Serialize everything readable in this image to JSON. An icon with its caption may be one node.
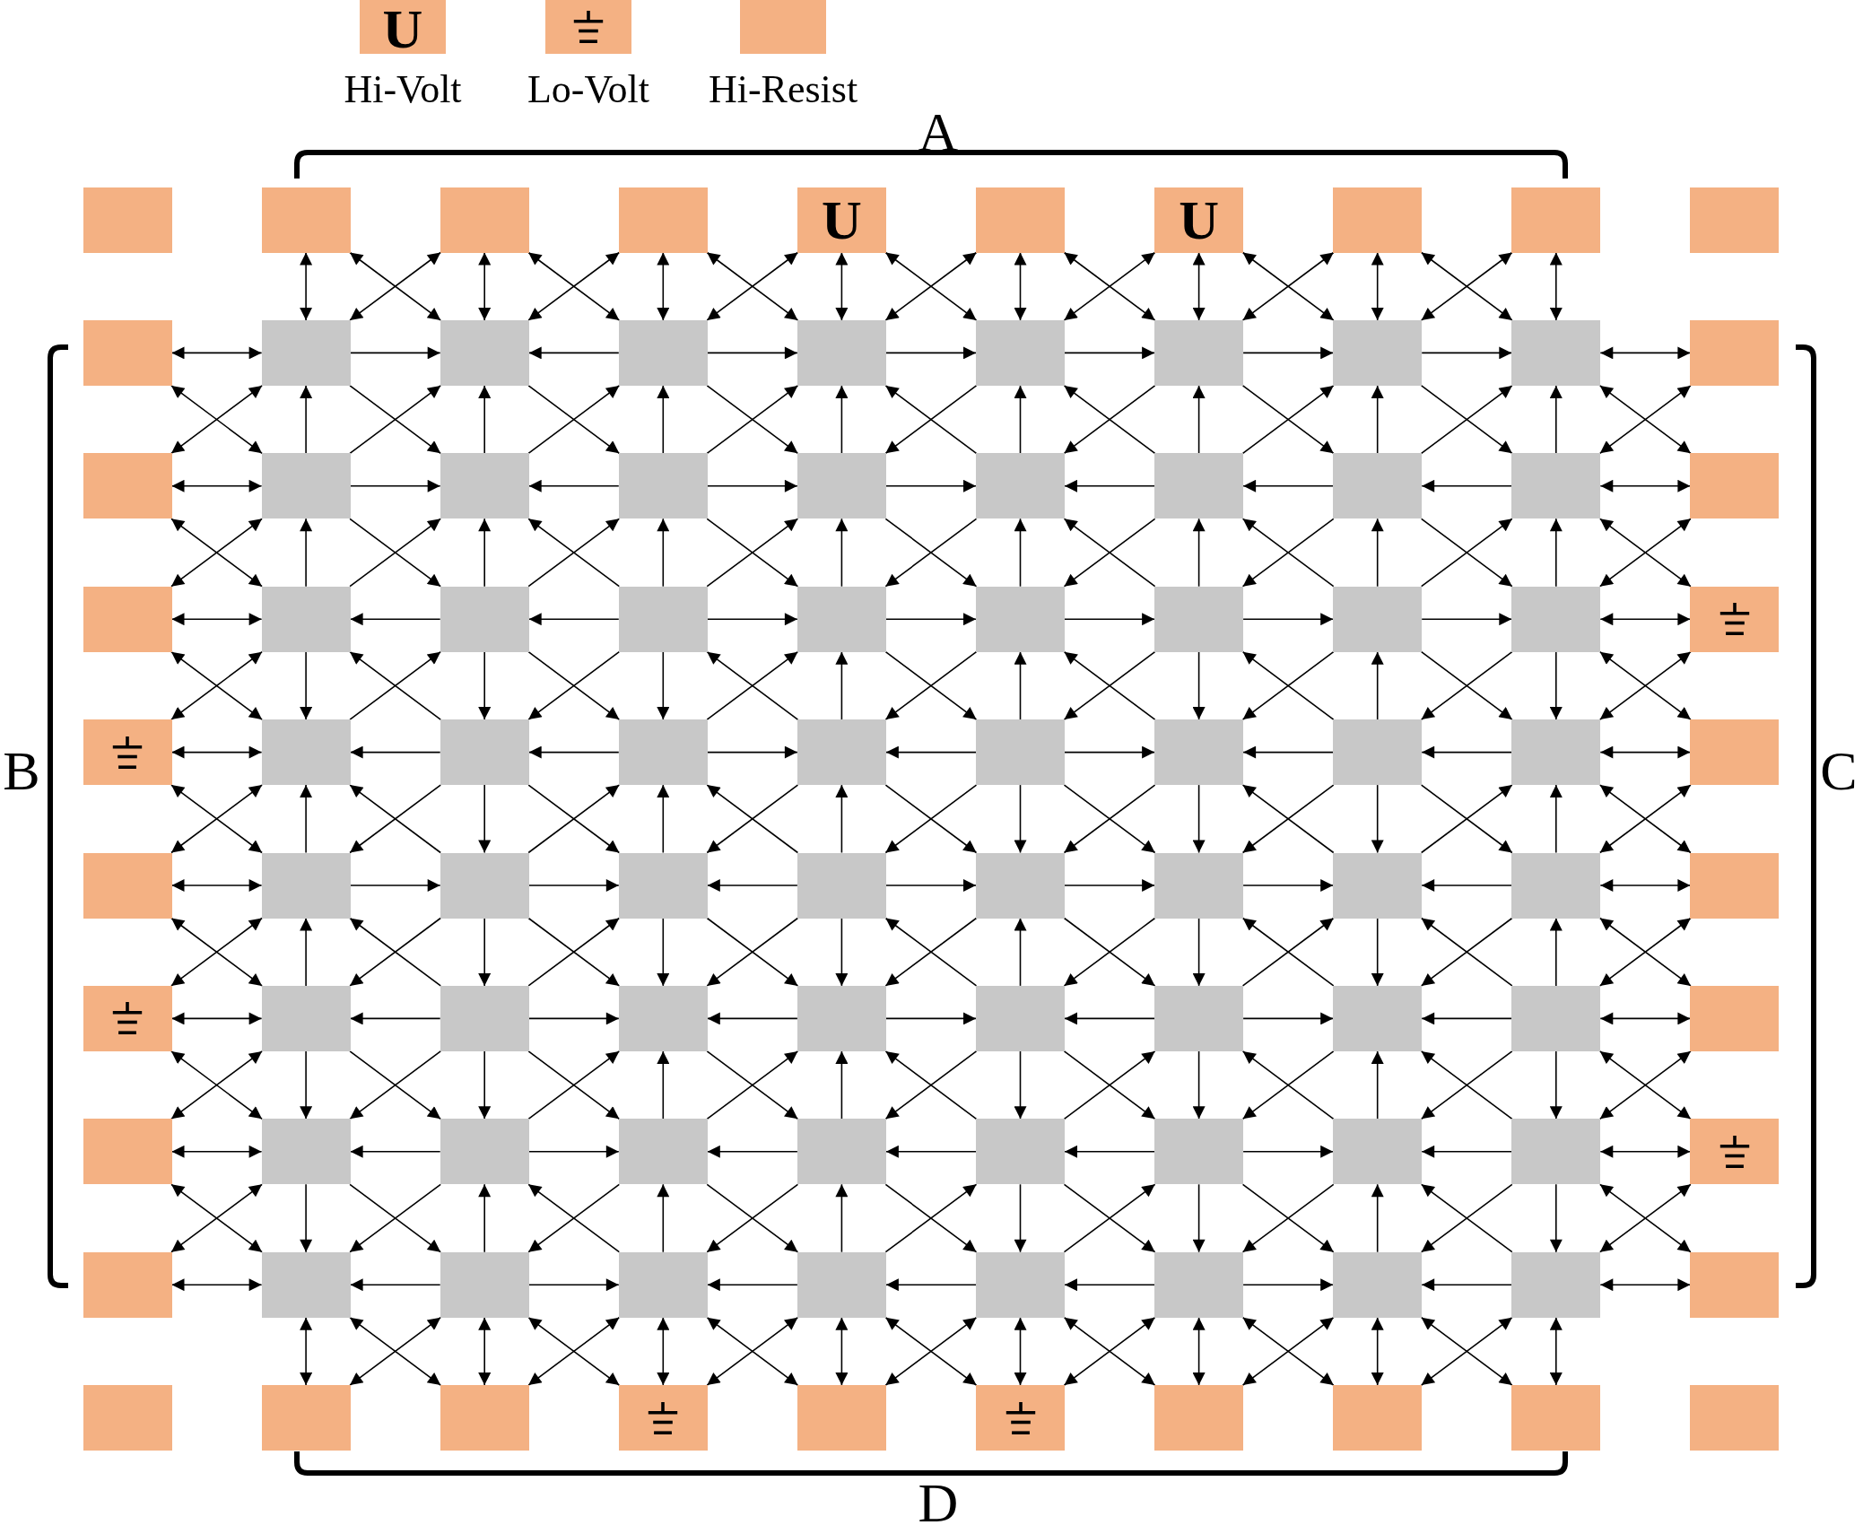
{
  "diagram": {
    "nodes": [
      {
        "text": [],
        "shape": "box"
      },
      {
        "text": [],
        "shape": "box"
      },
      {
        "text": [],
        "shape": "box"
      },
      {
        "text": [],
        "shape": "box"
      },
      {
        "text": [
          "U"
        ]
      },
      {
        "text": [],
        "shape": "box"
      },
      {
        "text": [
          "U"
        ]
      },
      {
        "text": [],
        "shape": "box"
      },
      {
        "text": [],
        "shape": "box"
      },
      {
        "text": [],
        "shape": "box"
      },
      {
        "text": [],
        "shape": "box"
      },
      {
        "text": [],
        "shape": "box"
      },
      {
        "text": [],
        "shape": "box"
      },
      {
        "text": [],
        "shape": "box"
      },
      {
        "text": [],
        "shape": "box"
      },
      {
        "text": [],
        "shape": "box"
      },
      {
        "text": [],
        "shape": "box"
      },
      {
        "text": [],
        "shape": "box"
      },
      {
        "text": [],
        "shape": "box"
      },
      {
        "text": [],
        "shape": "box"
      },
      {
        "text": [],
        "shape": "box"
      },
      {
        "text": [],
        "shape": "box"
      },
      {
        "text": [],
        "shape": "box"
      },
      {
        "text": [],
        "shape": "box"
      },
      {
        "text": [],
        "shape": "box"
      },
      {
        "text": [],
        "shape": "box"
      },
      {
        "text": [],
        "shape": "box"
      },
      {
        "text": [],
        "shape": "box"
      },
      {
        "text": [],
        "shape": "box"
      },
      {
        "text": [],
        "shape": "box"
      },
      {
        "text": [],
        "shape": "box"
      },
      {
        "text": [],
        "shape": "box"
      },
      {
        "text": [],
        "shape": "box"
      },
      {
        "text": [],
        "shape": "box"
      },
      {
        "text": [],
        "shape": "box"
      },
      {
        "text": [],
        "shape": "box"
      },
      {
        "text": [],
        "shape": "box"
      },
      {
        "text": [],
        "shape": "box"
      },
      {
        "text": [],
        "shape": "box"
      },
      {
        "text": [],
        "shape": "ground"
      },
      {
        "text": [],
        "shape": "ground"
      },
      {
        "text": [],
        "shape": "box"
      },
      {
        "text": [],
        "shape": "box"
      },
      {
        "text": [],
        "shape": "box"
      },
      {
        "text": [],
        "shape": "box"
      },
      {
        "text": [],
        "shape": "box"
      },
      {
        "text": [],
        "shape": "box"
      },
      {
        "text": [],
        "shape": "box"
      },
      {
        "text": [],
        "shape": "box"
      },
      {
        "text": [],
        "shape": "box"
      },
      {
        "text": [],
        "shape": "box"
      },
      {
        "text": [],
        "shape": "box"
      },
      {
        "text": [],
        "shape": "box"
      },
      {
        "text": [],
        "shape": "box"
      },
      {
        "text": [],
        "shape": "box"
      },
      {
        "text": [],
        "shape": "box"
      },
      {
        "text": [],
        "shape": "box"
      },
      {
        "text": [],
        "shape": "box"
      },
      {
        "text": [],
        "shape": "box"
      },
      {
        "text": [],
        "shape": "box"
      },
      {
        "text": [],
        "shape": "ground"
      },
      {
        "text": [],
        "shape": "box"
      },
      {
        "text": [],
        "shape": "box"
      },
      {
        "text": [],
        "shape": "box"
      },
      {
        "text": [],
        "shape": "box"
      },
      {
        "text": [],
        "shape": "box"
      },
      {
        "text": [],
        "shape": "box"
      },
      {
        "text": [],
        "shape": "box"
      },
      {
        "text": [],
        "shape": "box"
      },
      {
        "text": [],
        "shape": "box"
      },
      {
        "text": [],
        "shape": "box"
      },
      {
        "text": [],
        "shape": "box"
      },
      {
        "text": [],
        "shape": "box"
      },
      {
        "text": [],
        "shape": "box"
      },
      {
        "text": [],
        "shape": "box"
      },
      {
        "text": [],
        "shape": "box"
      },
      {
        "text": [],
        "shape": "box"
      },
      {
        "text": [],
        "shape": "box"
      },
      {
        "text": [],
        "shape": "box"
      },
      {
        "text": [],
        "shape": "ground"
      },
      {
        "text": [],
        "shape": "box"
      },
      {
        "text": [],
        "shape": "box"
      },
      {
        "text": [],
        "shape": "box"
      },
      {
        "text": [],
        "shape": "box"
      },
      {
        "text": [],
        "shape": "box"
      },
      {
        "text": [],
        "shape": "box"
      },
      {
        "text": [],
        "shape": "box"
      },
      {
        "text": [],
        "shape": "box"
      },
      {
        "text": [],
        "shape": "box"
      },
      {
        "text": [],
        "shape": "box"
      },
      {
        "text": [],
        "shape": "box"
      },
      {
        "text": [],
        "shape": "box"
      },
      {
        "text": [],
        "shape": "box"
      },
      {
        "text": [],
        "shape": "ground"
      },
      {
        "text": [],
        "shape": "box"
      },
      {
        "text": [],
        "shape": "ground"
      },
      {
        "text": [],
        "shape": "box"
      },
      {
        "text": [],
        "shape": "box"
      },
      {
        "text": [],
        "shape": "box"
      },
      {
        "text": [],
        "shape": "box"
      }
    ],
    "edges": [
      {
        "from": 1,
        "to": 11,
        "arrow": "both"
      },
      {
        "from": 2,
        "to": 12,
        "arrow": "both"
      },
      {
        "from": 3,
        "to": 13,
        "arrow": "both"
      },
      {
        "from": 4,
        "to": 14,
        "arrow": "both"
      },
      {
        "from": 5,
        "to": 15,
        "arrow": "both"
      },
      {
        "from": 6,
        "to": 16,
        "arrow": "both"
      },
      {
        "from": 7,
        "to": 17,
        "arrow": "both"
      },
      {
        "from": 8,
        "to": 18,
        "arrow": "both"
      },
      {
        "from": 1,
        "to": 12,
        "arrow": "both"
      },
      {
        "from": 2,
        "to": 11,
        "arrow": "both"
      },
      {
        "from": 2,
        "to": 13,
        "arrow": "both"
      },
      {
        "from": 3,
        "to": 12,
        "arrow": "both"
      },
      {
        "from": 3,
        "to": 14,
        "arrow": "both"
      },
      {
        "from": 4,
        "to": 13,
        "arrow": "both"
      },
      {
        "from": 4,
        "to": 15,
        "arrow": "both"
      },
      {
        "from": 5,
        "to": 14,
        "arrow": "both"
      },
      {
        "from": 5,
        "to": 16,
        "arrow": "both"
      },
      {
        "from": 6,
        "to": 15,
        "arrow": "both"
      },
      {
        "from": 6,
        "to": 17,
        "arrow": "both"
      },
      {
        "from": 7,
        "to": 16,
        "arrow": "both"
      },
      {
        "from": 7,
        "to": 18,
        "arrow": "both"
      },
      {
        "from": 8,
        "to": 17,
        "arrow": "both"
      },
      {
        "from": 10,
        "to": 11,
        "arrow": "both"
      },
      {
        "from": 11,
        "to": 12,
        "arrow": "to"
      },
      {
        "from": 13,
        "to": 12,
        "arrow": "to"
      },
      {
        "from": 13,
        "to": 14,
        "arrow": "to"
      },
      {
        "from": 14,
        "to": 15,
        "arrow": "to"
      },
      {
        "from": 15,
        "to": 16,
        "arrow": "to"
      },
      {
        "from": 16,
        "to": 17,
        "arrow": "to"
      },
      {
        "from": 17,
        "to": 18,
        "arrow": "to"
      },
      {
        "from": 18,
        "to": 19,
        "arrow": "both"
      },
      {
        "from": 21,
        "to": 11,
        "arrow": "to"
      },
      {
        "from": 22,
        "to": 12,
        "arrow": "to"
      },
      {
        "from": 23,
        "to": 13,
        "arrow": "to"
      },
      {
        "from": 24,
        "to": 14,
        "arrow": "to"
      },
      {
        "from": 25,
        "to": 15,
        "arrow": "to"
      },
      {
        "from": 26,
        "to": 16,
        "arrow": "to"
      },
      {
        "from": 27,
        "to": 17,
        "arrow": "to"
      },
      {
        "from": 28,
        "to": 18,
        "arrow": "to"
      },
      {
        "from": 10,
        "to": 21,
        "arrow": "both"
      },
      {
        "from": 11,
        "to": 20,
        "arrow": "both"
      },
      {
        "from": 11,
        "to": 22,
        "arrow": "to"
      },
      {
        "from": 21,
        "to": 12,
        "arrow": "to"
      },
      {
        "from": 12,
        "to": 23,
        "arrow": "to"
      },
      {
        "from": 22,
        "to": 13,
        "arrow": "to"
      },
      {
        "from": 13,
        "to": 24,
        "arrow": "to"
      },
      {
        "from": 23,
        "to": 14,
        "arrow": "to"
      },
      {
        "from": 25,
        "to": 14,
        "arrow": "to"
      },
      {
        "from": 15,
        "to": 24,
        "arrow": "to"
      },
      {
        "from": 26,
        "to": 15,
        "arrow": "to"
      },
      {
        "from": 16,
        "to": 25,
        "arrow": "to"
      },
      {
        "from": 16,
        "to": 27,
        "arrow": "to"
      },
      {
        "from": 26,
        "to": 17,
        "arrow": "to"
      },
      {
        "from": 17,
        "to": 28,
        "arrow": "to"
      },
      {
        "from": 27,
        "to": 18,
        "arrow": "to"
      },
      {
        "from": 18,
        "to": 29,
        "arrow": "both"
      },
      {
        "from": 19,
        "to": 28,
        "arrow": "both"
      },
      {
        "from": 20,
        "to": 21,
        "arrow": "both"
      },
      {
        "from": 21,
        "to": 22,
        "arrow": "to"
      },
      {
        "from": 23,
        "to": 22,
        "arrow": "to"
      },
      {
        "from": 23,
        "to": 24,
        "arrow": "to"
      },
      {
        "from": 24,
        "to": 25,
        "arrow": "to"
      },
      {
        "from": 26,
        "to": 25,
        "arrow": "to"
      },
      {
        "from": 27,
        "to": 26,
        "arrow": "to"
      },
      {
        "from": 28,
        "to": 27,
        "arrow": "to"
      },
      {
        "from": 28,
        "to": 29,
        "arrow": "both"
      },
      {
        "from": 31,
        "to": 21,
        "arrow": "to"
      },
      {
        "from": 32,
        "to": 22,
        "arrow": "to"
      },
      {
        "from": 33,
        "to": 23,
        "arrow": "to"
      },
      {
        "from": 34,
        "to": 24,
        "arrow": "to"
      },
      {
        "from": 35,
        "to": 25,
        "arrow": "to"
      },
      {
        "from": 36,
        "to": 26,
        "arrow": "to"
      },
      {
        "from": 37,
        "to": 27,
        "arrow": "to"
      },
      {
        "from": 38,
        "to": 28,
        "arrow": "to"
      },
      {
        "from": 20,
        "to": 31,
        "arrow": "both"
      },
      {
        "from": 21,
        "to": 30,
        "arrow": "both"
      },
      {
        "from": 21,
        "to": 32,
        "arrow": "to"
      },
      {
        "from": 31,
        "to": 22,
        "arrow": "to"
      },
      {
        "from": 33,
        "to": 22,
        "arrow": "to"
      },
      {
        "from": 32,
        "to": 23,
        "arrow": "to"
      },
      {
        "from": 23,
        "to": 34,
        "arrow": "to"
      },
      {
        "from": 33,
        "to": 24,
        "arrow": "to"
      },
      {
        "from": 24,
        "to": 35,
        "arrow": "to"
      },
      {
        "from": 25,
        "to": 34,
        "arrow": "to"
      },
      {
        "from": 36,
        "to": 25,
        "arrow": "to"
      },
      {
        "from": 26,
        "to": 35,
        "arrow": "to"
      },
      {
        "from": 37,
        "to": 26,
        "arrow": "to"
      },
      {
        "from": 27,
        "to": 36,
        "arrow": "to"
      },
      {
        "from": 27,
        "to": 38,
        "arrow": "to"
      },
      {
        "from": 37,
        "to": 28,
        "arrow": "to"
      },
      {
        "from": 28,
        "to": 39,
        "arrow": "both"
      },
      {
        "from": 29,
        "to": 38,
        "arrow": "both"
      },
      {
        "from": 30,
        "to": 31,
        "arrow": "both"
      },
      {
        "from": 32,
        "to": 31,
        "arrow": "to"
      },
      {
        "from": 33,
        "to": 32,
        "arrow": "to"
      },
      {
        "from": 33,
        "to": 34,
        "arrow": "to"
      },
      {
        "from": 34,
        "to": 35,
        "arrow": "to"
      },
      {
        "from": 35,
        "to": 36,
        "arrow": "to"
      },
      {
        "from": 36,
        "to": 37,
        "arrow": "to"
      },
      {
        "from": 37,
        "to": 38,
        "arrow": "to"
      },
      {
        "from": 38,
        "to": 39,
        "arrow": "both"
      },
      {
        "from": 31,
        "to": 41,
        "arrow": "to"
      },
      {
        "from": 32,
        "to": 42,
        "arrow": "to"
      },
      {
        "from": 33,
        "to": 43,
        "arrow": "to"
      },
      {
        "from": 44,
        "to": 34,
        "arrow": "to"
      },
      {
        "from": 45,
        "to": 35,
        "arrow": "to"
      },
      {
        "from": 36,
        "to": 46,
        "arrow": "to"
      },
      {
        "from": 47,
        "to": 37,
        "arrow": "to"
      },
      {
        "from": 38,
        "to": 48,
        "arrow": "to"
      },
      {
        "from": 30,
        "to": 41,
        "arrow": "both"
      },
      {
        "from": 31,
        "to": 40,
        "arrow": "both"
      },
      {
        "from": 42,
        "to": 31,
        "arrow": "to"
      },
      {
        "from": 41,
        "to": 32,
        "arrow": "to"
      },
      {
        "from": 32,
        "to": 43,
        "arrow": "to"
      },
      {
        "from": 33,
        "to": 42,
        "arrow": "to"
      },
      {
        "from": 44,
        "to": 33,
        "arrow": "to"
      },
      {
        "from": 43,
        "to": 34,
        "arrow": "to"
      },
      {
        "from": 34,
        "to": 45,
        "arrow": "to"
      },
      {
        "from": 35,
        "to": 44,
        "arrow": "to"
      },
      {
        "from": 46,
        "to": 35,
        "arrow": "to"
      },
      {
        "from": 36,
        "to": 45,
        "arrow": "to"
      },
      {
        "from": 47,
        "to": 36,
        "arrow": "to"
      },
      {
        "from": 37,
        "to": 46,
        "arrow": "to"
      },
      {
        "from": 37,
        "to": 48,
        "arrow": "to"
      },
      {
        "from": 38,
        "to": 47,
        "arrow": "to"
      },
      {
        "from": 38,
        "to": 49,
        "arrow": "both"
      },
      {
        "from": 39,
        "to": 48,
        "arrow": "both"
      },
      {
        "from": 40,
        "to": 41,
        "arrow": "both"
      },
      {
        "from": 42,
        "to": 41,
        "arrow": "to"
      },
      {
        "from": 43,
        "to": 42,
        "arrow": "to"
      },
      {
        "from": 43,
        "to": 44,
        "arrow": "to"
      },
      {
        "from": 45,
        "to": 44,
        "arrow": "to"
      },
      {
        "from": 45,
        "to": 46,
        "arrow": "to"
      },
      {
        "from": 47,
        "to": 46,
        "arrow": "to"
      },
      {
        "from": 48,
        "to": 47,
        "arrow": "to"
      },
      {
        "from": 48,
        "to": 49,
        "arrow": "both"
      },
      {
        "from": 51,
        "to": 41,
        "arrow": "to"
      },
      {
        "from": 42,
        "to": 52,
        "arrow": "to"
      },
      {
        "from": 53,
        "to": 43,
        "arrow": "to"
      },
      {
        "from": 54,
        "to": 44,
        "arrow": "to"
      },
      {
        "from": 45,
        "to": 55,
        "arrow": "to"
      },
      {
        "from": 46,
        "to": 56,
        "arrow": "to"
      },
      {
        "from": 47,
        "to": 57,
        "arrow": "to"
      },
      {
        "from": 58,
        "to": 48,
        "arrow": "to"
      },
      {
        "from": 40,
        "to": 51,
        "arrow": "both"
      },
      {
        "from": 41,
        "to": 50,
        "arrow": "both"
      },
      {
        "from": 52,
        "to": 41,
        "arrow": "to"
      },
      {
        "from": 42,
        "to": 51,
        "arrow": "to"
      },
      {
        "from": 42,
        "to": 53,
        "arrow": "to"
      },
      {
        "from": 52,
        "to": 43,
        "arrow": "to"
      },
      {
        "from": 54,
        "to": 43,
        "arrow": "to"
      },
      {
        "from": 44,
        "to": 53,
        "arrow": "to"
      },
      {
        "from": 44,
        "to": 55,
        "arrow": "to"
      },
      {
        "from": 45,
        "to": 54,
        "arrow": "to"
      },
      {
        "from": 45,
        "to": 56,
        "arrow": "to"
      },
      {
        "from": 46,
        "to": 55,
        "arrow": "to"
      },
      {
        "from": 57,
        "to": 46,
        "arrow": "to"
      },
      {
        "from": 47,
        "to": 56,
        "arrow": "to"
      },
      {
        "from": 47,
        "to": 58,
        "arrow": "to"
      },
      {
        "from": 57,
        "to": 48,
        "arrow": "to"
      },
      {
        "from": 48,
        "to": 59,
        "arrow": "both"
      },
      {
        "from": 49,
        "to": 58,
        "arrow": "both"
      },
      {
        "from": 50,
        "to": 51,
        "arrow": "both"
      },
      {
        "from": 51,
        "to": 52,
        "arrow": "to"
      },
      {
        "from": 52,
        "to": 53,
        "arrow": "to"
      },
      {
        "from": 54,
        "to": 53,
        "arrow": "to"
      },
      {
        "from": 54,
        "to": 55,
        "arrow": "to"
      },
      {
        "from": 55,
        "to": 56,
        "arrow": "to"
      },
      {
        "from": 56,
        "to": 57,
        "arrow": "to"
      },
      {
        "from": 58,
        "to": 57,
        "arrow": "to"
      },
      {
        "from": 58,
        "to": 59,
        "arrow": "both"
      },
      {
        "from": 61,
        "to": 51,
        "arrow": "to"
      },
      {
        "from": 52,
        "to": 62,
        "arrow": "to"
      },
      {
        "from": 53,
        "to": 63,
        "arrow": "to"
      },
      {
        "from": 54,
        "to": 64,
        "arrow": "to"
      },
      {
        "from": 65,
        "to": 55,
        "arrow": "to"
      },
      {
        "from": 56,
        "to": 66,
        "arrow": "to"
      },
      {
        "from": 57,
        "to": 67,
        "arrow": "to"
      },
      {
        "from": 68,
        "to": 58,
        "arrow": "to"
      },
      {
        "from": 50,
        "to": 61,
        "arrow": "both"
      },
      {
        "from": 51,
        "to": 60,
        "arrow": "both"
      },
      {
        "from": 62,
        "to": 51,
        "arrow": "to"
      },
      {
        "from": 52,
        "to": 61,
        "arrow": "to"
      },
      {
        "from": 52,
        "to": 63,
        "arrow": "to"
      },
      {
        "from": 62,
        "to": 53,
        "arrow": "to"
      },
      {
        "from": 53,
        "to": 64,
        "arrow": "to"
      },
      {
        "from": 54,
        "to": 63,
        "arrow": "to"
      },
      {
        "from": 65,
        "to": 54,
        "arrow": "to"
      },
      {
        "from": 55,
        "to": 64,
        "arrow": "to"
      },
      {
        "from": 55,
        "to": 66,
        "arrow": "to"
      },
      {
        "from": 56,
        "to": 65,
        "arrow": "to"
      },
      {
        "from": 67,
        "to": 56,
        "arrow": "to"
      },
      {
        "from": 66,
        "to": 57,
        "arrow": "to"
      },
      {
        "from": 68,
        "to": 57,
        "arrow": "to"
      },
      {
        "from": 58,
        "to": 67,
        "arrow": "to"
      },
      {
        "from": 58,
        "to": 69,
        "arrow": "both"
      },
      {
        "from": 59,
        "to": 68,
        "arrow": "both"
      },
      {
        "from": 60,
        "to": 61,
        "arrow": "both"
      },
      {
        "from": 62,
        "to": 61,
        "arrow": "to"
      },
      {
        "from": 62,
        "to": 63,
        "arrow": "to"
      },
      {
        "from": 64,
        "to": 63,
        "arrow": "to"
      },
      {
        "from": 64,
        "to": 65,
        "arrow": "to"
      },
      {
        "from": 66,
        "to": 65,
        "arrow": "to"
      },
      {
        "from": 66,
        "to": 67,
        "arrow": "to"
      },
      {
        "from": 68,
        "to": 67,
        "arrow": "to"
      },
      {
        "from": 68,
        "to": 69,
        "arrow": "both"
      },
      {
        "from": 61,
        "to": 71,
        "arrow": "to"
      },
      {
        "from": 62,
        "to": 72,
        "arrow": "to"
      },
      {
        "from": 73,
        "to": 63,
        "arrow": "to"
      },
      {
        "from": 74,
        "to": 64,
        "arrow": "to"
      },
      {
        "from": 65,
        "to": 75,
        "arrow": "to"
      },
      {
        "from": 66,
        "to": 76,
        "arrow": "to"
      },
      {
        "from": 77,
        "to": 67,
        "arrow": "to"
      },
      {
        "from": 68,
        "to": 78,
        "arrow": "to"
      },
      {
        "from": 60,
        "to": 71,
        "arrow": "both"
      },
      {
        "from": 61,
        "to": 70,
        "arrow": "both"
      },
      {
        "from": 61,
        "to": 72,
        "arrow": "to"
      },
      {
        "from": 62,
        "to": 71,
        "arrow": "to"
      },
      {
        "from": 62,
        "to": 73,
        "arrow": "to"
      },
      {
        "from": 72,
        "to": 63,
        "arrow": "to"
      },
      {
        "from": 63,
        "to": 74,
        "arrow": "to"
      },
      {
        "from": 73,
        "to": 64,
        "arrow": "to"
      },
      {
        "from": 75,
        "to": 64,
        "arrow": "to"
      },
      {
        "from": 65,
        "to": 74,
        "arrow": "to"
      },
      {
        "from": 65,
        "to": 76,
        "arrow": "to"
      },
      {
        "from": 75,
        "to": 66,
        "arrow": "to"
      },
      {
        "from": 77,
        "to": 66,
        "arrow": "to"
      },
      {
        "from": 67,
        "to": 76,
        "arrow": "to"
      },
      {
        "from": 78,
        "to": 67,
        "arrow": "to"
      },
      {
        "from": 68,
        "to": 77,
        "arrow": "to"
      },
      {
        "from": 68,
        "to": 79,
        "arrow": "both"
      },
      {
        "from": 69,
        "to": 78,
        "arrow": "both"
      },
      {
        "from": 70,
        "to": 71,
        "arrow": "both"
      },
      {
        "from": 72,
        "to": 71,
        "arrow": "to"
      },
      {
        "from": 72,
        "to": 73,
        "arrow": "to"
      },
      {
        "from": 74,
        "to": 73,
        "arrow": "to"
      },
      {
        "from": 75,
        "to": 74,
        "arrow": "to"
      },
      {
        "from": 76,
        "to": 75,
        "arrow": "to"
      },
      {
        "from": 76,
        "to": 77,
        "arrow": "to"
      },
      {
        "from": 78,
        "to": 77,
        "arrow": "to"
      },
      {
        "from": 78,
        "to": 79,
        "arrow": "both"
      },
      {
        "from": 71,
        "to": 81,
        "arrow": "to"
      },
      {
        "from": 82,
        "to": 72,
        "arrow": "to"
      },
      {
        "from": 83,
        "to": 73,
        "arrow": "to"
      },
      {
        "from": 84,
        "to": 74,
        "arrow": "to"
      },
      {
        "from": 75,
        "to": 85,
        "arrow": "to"
      },
      {
        "from": 76,
        "to": 86,
        "arrow": "to"
      },
      {
        "from": 87,
        "to": 77,
        "arrow": "to"
      },
      {
        "from": 78,
        "to": 88,
        "arrow": "to"
      },
      {
        "from": 70,
        "to": 81,
        "arrow": "both"
      },
      {
        "from": 71,
        "to": 80,
        "arrow": "both"
      },
      {
        "from": 71,
        "to": 82,
        "arrow": "to"
      },
      {
        "from": 72,
        "to": 81,
        "arrow": "to"
      },
      {
        "from": 83,
        "to": 72,
        "arrow": "to"
      },
      {
        "from": 73,
        "to": 82,
        "arrow": "to"
      },
      {
        "from": 73,
        "to": 84,
        "arrow": "to"
      },
      {
        "from": 74,
        "to": 83,
        "arrow": "to"
      },
      {
        "from": 74,
        "to": 85,
        "arrow": "to"
      },
      {
        "from": 84,
        "to": 75,
        "arrow": "to"
      },
      {
        "from": 75,
        "to": 86,
        "arrow": "to"
      },
      {
        "from": 85,
        "to": 76,
        "arrow": "to"
      },
      {
        "from": 76,
        "to": 87,
        "arrow": "to"
      },
      {
        "from": 77,
        "to": 86,
        "arrow": "to"
      },
      {
        "from": 88,
        "to": 77,
        "arrow": "to"
      },
      {
        "from": 78,
        "to": 87,
        "arrow": "to"
      },
      {
        "from": 78,
        "to": 89,
        "arrow": "both"
      },
      {
        "from": 79,
        "to": 88,
        "arrow": "both"
      },
      {
        "from": 80,
        "to": 81,
        "arrow": "both"
      },
      {
        "from": 82,
        "to": 81,
        "arrow": "to"
      },
      {
        "from": 82,
        "to": 83,
        "arrow": "to"
      },
      {
        "from": 84,
        "to": 83,
        "arrow": "to"
      },
      {
        "from": 85,
        "to": 84,
        "arrow": "to"
      },
      {
        "from": 86,
        "to": 85,
        "arrow": "to"
      },
      {
        "from": 86,
        "to": 87,
        "arrow": "to"
      },
      {
        "from": 88,
        "to": 87,
        "arrow": "to"
      },
      {
        "from": 88,
        "to": 89,
        "arrow": "both"
      },
      {
        "from": 81,
        "to": 91,
        "arrow": "both"
      },
      {
        "from": 82,
        "to": 92,
        "arrow": "both"
      },
      {
        "from": 83,
        "to": 93,
        "arrow": "both"
      },
      {
        "from": 84,
        "to": 94,
        "arrow": "both"
      },
      {
        "from": 85,
        "to": 95,
        "arrow": "both"
      },
      {
        "from": 86,
        "to": 96,
        "arrow": "both"
      },
      {
        "from": 87,
        "to": 97,
        "arrow": "both"
      },
      {
        "from": 88,
        "to": 98,
        "arrow": "both"
      },
      {
        "from": 81,
        "to": 92,
        "arrow": "both"
      },
      {
        "from": 82,
        "to": 91,
        "arrow": "both"
      },
      {
        "from": 82,
        "to": 93,
        "arrow": "both"
      },
      {
        "from": 83,
        "to": 92,
        "arrow": "both"
      },
      {
        "from": 83,
        "to": 94,
        "arrow": "both"
      },
      {
        "from": 84,
        "to": 93,
        "arrow": "both"
      },
      {
        "from": 84,
        "to": 95,
        "arrow": "both"
      },
      {
        "from": 85,
        "to": 94,
        "arrow": "both"
      },
      {
        "from": 85,
        "to": 96,
        "arrow": "both"
      },
      {
        "from": 86,
        "to": 95,
        "arrow": "both"
      },
      {
        "from": 86,
        "to": 97,
        "arrow": "both"
      },
      {
        "from": 87,
        "to": 96,
        "arrow": "both"
      },
      {
        "from": 87,
        "to": 98,
        "arrow": "both"
      },
      {
        "from": 88,
        "to": 97,
        "arrow": "both"
      }
    ],
    "labels": [
      "U",
      "A",
      "B",
      "C",
      "D"
    ],
    "legend": [
      {
        "text": "Hi-Volt",
        "color": "#f4b183"
      },
      {
        "text": "Lo-Volt",
        "color": "#f4b183"
      },
      {
        "text": "Hi-Resist",
        "color": "#f4b183"
      }
    ]
  }
}
